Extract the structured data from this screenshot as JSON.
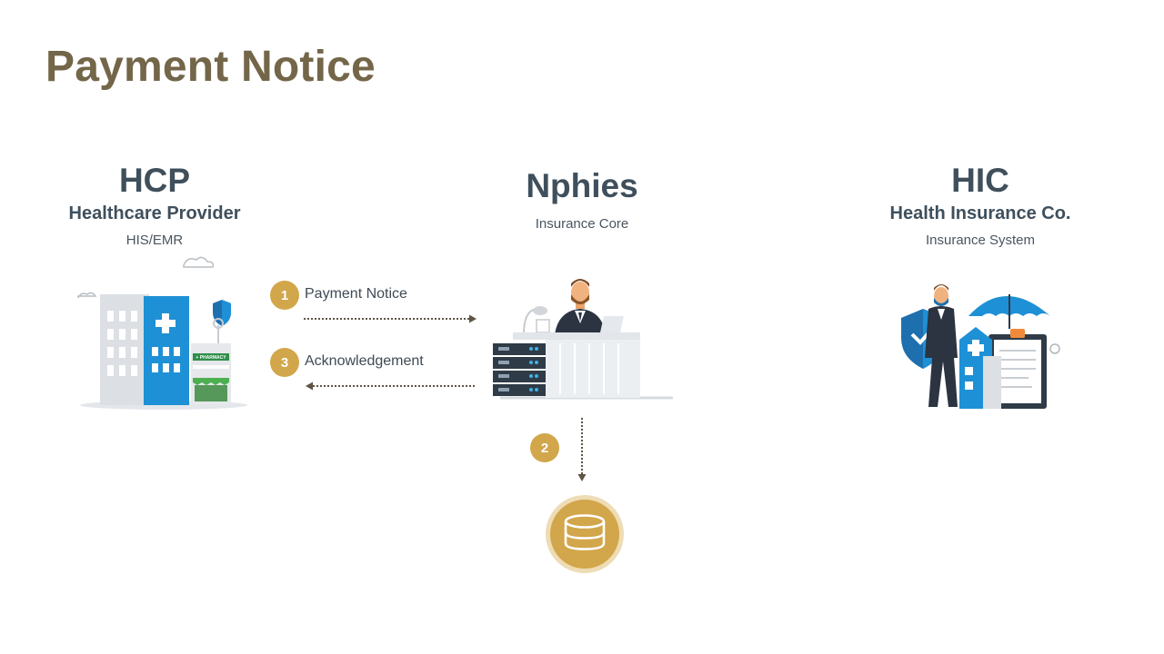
{
  "page": {
    "title": "Payment Notice"
  },
  "hcp": {
    "abbr": "HCP",
    "name": "Healthcare Provider",
    "system": "HIS/EMR",
    "pharmacy_sign": "+ PHARMACY"
  },
  "nphies": {
    "abbr": "Nphies",
    "system": "Insurance Core"
  },
  "hic": {
    "abbr": "HIC",
    "name": "Health Insurance Co.",
    "system": "Insurance System"
  },
  "steps": [
    {
      "number": "1",
      "label": "Payment Notice"
    },
    {
      "number": "2",
      "label": ""
    },
    {
      "number": "3",
      "label": "Acknowledgement"
    }
  ],
  "colors": {
    "title": "#736649",
    "heading": "#3f4f5c",
    "accent_gold": "#d2a64a",
    "accent_blue": "#1e90d6",
    "arrow": "#5e5445"
  },
  "icons": {
    "hcp": "hospital-building-icon",
    "nphies": "server-agent-icon",
    "hic": "insurance-agent-icon",
    "database": "database-icon"
  }
}
